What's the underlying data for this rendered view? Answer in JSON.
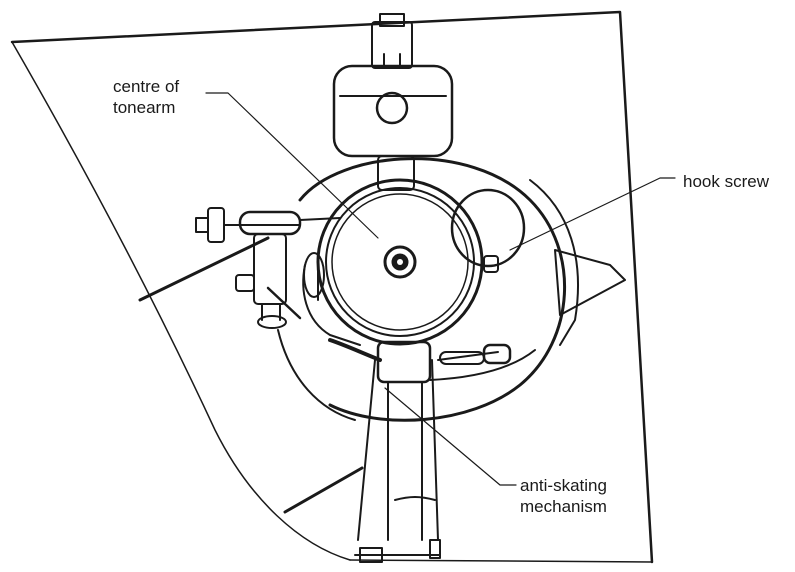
{
  "labels": {
    "centre_of_tonearm": [
      "centre of",
      "tonearm"
    ],
    "hook_screw": "hook screw",
    "anti_skating_mechanism": [
      "anti-skating",
      "mechanism"
    ]
  },
  "colors": {
    "line": "#1a1a1a",
    "background": "#ffffff"
  }
}
